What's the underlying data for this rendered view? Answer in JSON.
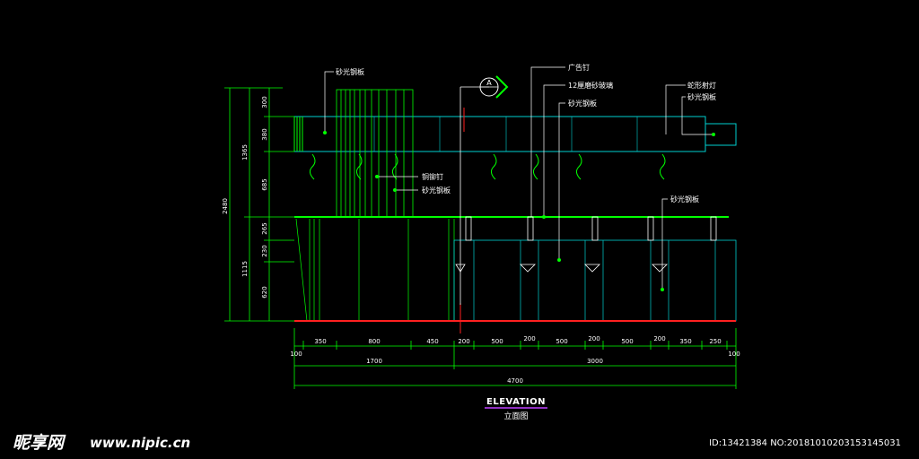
{
  "title": "ELEVATION",
  "subtitle": "立面图",
  "section_marker": "A",
  "labels": {
    "sand_steel_top": "砂光钢板",
    "ad_nail": "广告钉",
    "frosted_glass": "12厘磨砂玻璃",
    "sand_steel_mid": "砂光钢板",
    "snake_light": "蛇形射灯",
    "sand_steel_right": "砂光钢板",
    "copper_rivet": "铜铆钉",
    "sand_steel_left": "砂光钢板",
    "sand_steel_low": "砂光钢板"
  },
  "vertical_dims": {
    "total": "2480",
    "upper": "1365",
    "lower": "1115",
    "d300": "300",
    "d380": "380",
    "d685": "685",
    "d265": "265",
    "d230": "230",
    "d620": "620"
  },
  "horizontal_dims": {
    "row1": [
      "350",
      "800",
      "450",
      "200",
      "500",
      "200",
      "500",
      "200",
      "500",
      "200",
      "350",
      "250"
    ],
    "edge_left": "100",
    "edge_right": "100",
    "row2_left": "1700",
    "row2_right": "3000",
    "total": "4700"
  },
  "watermark": {
    "brand": "昵享网",
    "url": "www.nipic.cn",
    "id_text": "ID:13421384 NO:20181010203153145031"
  }
}
